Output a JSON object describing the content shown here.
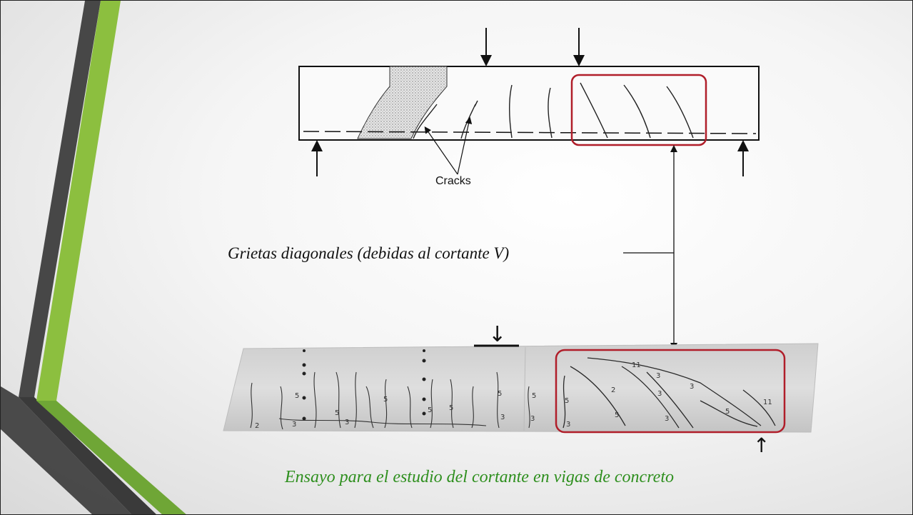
{
  "diagram": {
    "cracks_label": "Cracks",
    "diagonal_cracks_label": "Grietas diagonales (debidas al cortante V)"
  },
  "photo": {
    "crack_numbers": [
      "2",
      "3",
      "5",
      "5",
      "3",
      "5",
      "5",
      "5",
      "5",
      "3",
      "3",
      "5",
      "3",
      "5",
      "5",
      "3",
      "2",
      "3",
      "3",
      "11",
      "3",
      "5",
      "11"
    ]
  },
  "caption": "Ensayo para el estudio del cortante en vigas de concreto",
  "colors": {
    "accent_green": "#8cbf3f",
    "dark_bar": "#404040",
    "highlight_red": "#b01e2a",
    "caption_green": "#2e8f1e"
  }
}
